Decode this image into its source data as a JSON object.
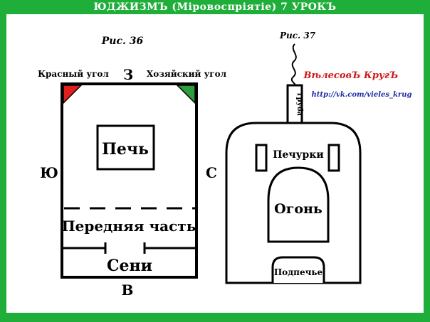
{
  "header": {
    "title": "ЮДЖИЗМЪ (Міровоспріятіе) 7 УРОКЪ"
  },
  "colors": {
    "frame_green": "#1fae3a",
    "red_corner": "#e02020",
    "green_corner": "#2f9e3a",
    "ink": "#000000",
    "watermark_red": "#d01818",
    "watermark_blue": "#1e2fa0"
  },
  "figure36": {
    "caption": "Рис. 36",
    "red_corner_label": "Красный угол",
    "master_corner_label": "Хозяйский угол",
    "north": "З",
    "south": "В",
    "west": "Ю",
    "east": "С",
    "stove": "Печь",
    "front": "Передняя часть",
    "entry": "Сени"
  },
  "figure37": {
    "caption": "Рис. 37",
    "chimney": "Труба",
    "pechurki": "Печурки",
    "fire": "Огонь",
    "podpeche": "Подпечье"
  },
  "watermark": {
    "name": "ВѣлесовЪ КругЪ",
    "url": "http://vk.com/vieles_krug"
  }
}
